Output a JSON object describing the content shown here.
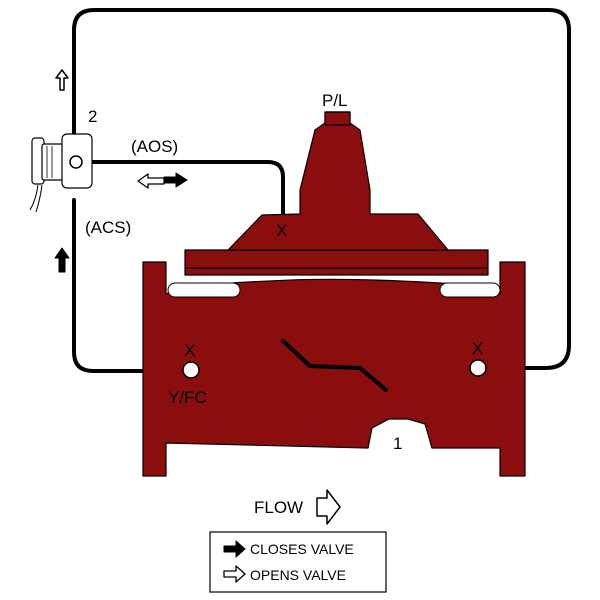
{
  "colors": {
    "valve_body": "#8b0e0e",
    "tubing": "#000000",
    "port_fill": "#ffffff",
    "solenoid_body": "#ffffff"
  },
  "labels": {
    "pilot": "P/L",
    "port_2": "2",
    "aos": "(AOS)",
    "acs": "(ACS)",
    "port_x_bonnet": "X",
    "port_x_inlet": "X",
    "port_x_outlet": "X",
    "yfc": "Y/FC",
    "port_1": "1",
    "flow": "FLOW"
  },
  "legend": {
    "closes": "CLOSES VALVE",
    "opens": "OPENS VALVE"
  },
  "icons": {
    "closes_arrow": "filled-arrow-icon",
    "opens_arrow": "hollow-arrow-icon",
    "flow_arrow": "hollow-arrow-icon",
    "solenoid": "solenoid-valve-icon"
  }
}
